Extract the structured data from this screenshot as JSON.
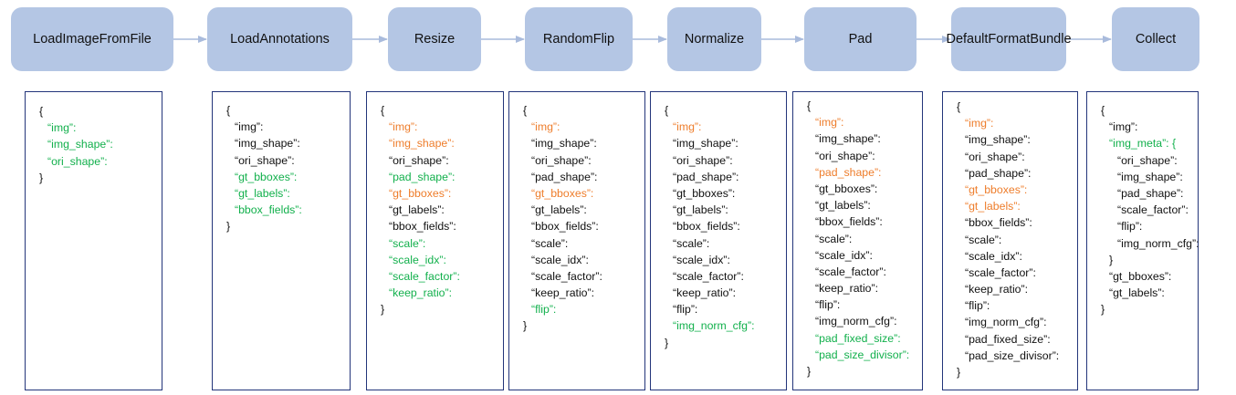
{
  "colors": {
    "stage_fill": "#b4c6e4",
    "box_border": "#23357a",
    "arrow": "#a9bbdc",
    "added_key": "#12b04c",
    "modified_key": "#ee7d2b",
    "default_key": "#111111"
  },
  "stages": [
    {
      "label": "LoadImageFromFile",
      "dict_lines": [
        {
          "text": "{",
          "indent": 0,
          "color": "default"
        },
        {
          "text": "“img”:",
          "indent": 1,
          "color": "added"
        },
        {
          "text": "“img_shape”:",
          "indent": 1,
          "color": "added"
        },
        {
          "text": "“ori_shape”:",
          "indent": 1,
          "color": "added"
        },
        {
          "text": "}",
          "indent": 0,
          "color": "default"
        }
      ]
    },
    {
      "label": "LoadAnnotations",
      "dict_lines": [
        {
          "text": "{",
          "indent": 0,
          "color": "default"
        },
        {
          "text": "“img”:",
          "indent": 1,
          "color": "default"
        },
        {
          "text": "“img_shape”:",
          "indent": 1,
          "color": "default"
        },
        {
          "text": "“ori_shape”:",
          "indent": 1,
          "color": "default"
        },
        {
          "text": "“gt_bboxes”:",
          "indent": 1,
          "color": "added"
        },
        {
          "text": "“gt_labels”:",
          "indent": 1,
          "color": "added"
        },
        {
          "text": "“bbox_fields”:",
          "indent": 1,
          "color": "added"
        },
        {
          "text": "}",
          "indent": 0,
          "color": "default"
        }
      ]
    },
    {
      "label": "Resize",
      "dict_lines": [
        {
          "text": "{",
          "indent": 0,
          "color": "default"
        },
        {
          "text": "“img”:",
          "indent": 1,
          "color": "modified"
        },
        {
          "text": "“img_shape”:",
          "indent": 1,
          "color": "modified"
        },
        {
          "text": "“ori_shape”:",
          "indent": 1,
          "color": "default"
        },
        {
          "text": "“pad_shape”:",
          "indent": 1,
          "color": "added"
        },
        {
          "text": "“gt_bboxes”:",
          "indent": 1,
          "color": "modified"
        },
        {
          "text": "“gt_labels”:",
          "indent": 1,
          "color": "default"
        },
        {
          "text": "“bbox_fields”:",
          "indent": 1,
          "color": "default"
        },
        {
          "text": "“scale”:",
          "indent": 1,
          "color": "added"
        },
        {
          "text": "“scale_idx”:",
          "indent": 1,
          "color": "added"
        },
        {
          "text": "“scale_factor”:",
          "indent": 1,
          "color": "added"
        },
        {
          "text": "“keep_ratio”:",
          "indent": 1,
          "color": "added"
        },
        {
          "text": "}",
          "indent": 0,
          "color": "default"
        }
      ]
    },
    {
      "label": "RandomFlip",
      "dict_lines": [
        {
          "text": "{",
          "indent": 0,
          "color": "default"
        },
        {
          "text": "“img”:",
          "indent": 1,
          "color": "modified"
        },
        {
          "text": "“img_shape”:",
          "indent": 1,
          "color": "default"
        },
        {
          "text": "“ori_shape”:",
          "indent": 1,
          "color": "default"
        },
        {
          "text": "“pad_shape”:",
          "indent": 1,
          "color": "default"
        },
        {
          "text": "“gt_bboxes”:",
          "indent": 1,
          "color": "modified"
        },
        {
          "text": "“gt_labels”:",
          "indent": 1,
          "color": "default"
        },
        {
          "text": "“bbox_fields”:",
          "indent": 1,
          "color": "default"
        },
        {
          "text": "“scale”:",
          "indent": 1,
          "color": "default"
        },
        {
          "text": "“scale_idx”:",
          "indent": 1,
          "color": "default"
        },
        {
          "text": "“scale_factor”:",
          "indent": 1,
          "color": "default"
        },
        {
          "text": "“keep_ratio”:",
          "indent": 1,
          "color": "default"
        },
        {
          "text": "“flip”:",
          "indent": 1,
          "color": "added"
        },
        {
          "text": "}",
          "indent": 0,
          "color": "default"
        }
      ]
    },
    {
      "label": "Normalize",
      "dict_lines": [
        {
          "text": "{",
          "indent": 0,
          "color": "default"
        },
        {
          "text": "“img”:",
          "indent": 1,
          "color": "modified"
        },
        {
          "text": "“img_shape”:",
          "indent": 1,
          "color": "default"
        },
        {
          "text": "“ori_shape”:",
          "indent": 1,
          "color": "default"
        },
        {
          "text": "“pad_shape”:",
          "indent": 1,
          "color": "default"
        },
        {
          "text": "“gt_bboxes”:",
          "indent": 1,
          "color": "default"
        },
        {
          "text": "“gt_labels”:",
          "indent": 1,
          "color": "default"
        },
        {
          "text": "“bbox_fields”:",
          "indent": 1,
          "color": "default"
        },
        {
          "text": "“scale”:",
          "indent": 1,
          "color": "default"
        },
        {
          "text": "“scale_idx”:",
          "indent": 1,
          "color": "default"
        },
        {
          "text": "“scale_factor”:",
          "indent": 1,
          "color": "default"
        },
        {
          "text": "“keep_ratio”:",
          "indent": 1,
          "color": "default"
        },
        {
          "text": "“flip”:",
          "indent": 1,
          "color": "default"
        },
        {
          "text": "“img_norm_cfg”:",
          "indent": 1,
          "color": "added"
        },
        {
          "text": "}",
          "indent": 0,
          "color": "default"
        }
      ]
    },
    {
      "label": "Pad",
      "dict_lines": [
        {
          "text": "{",
          "indent": 0,
          "color": "default"
        },
        {
          "text": "“img”:",
          "indent": 1,
          "color": "modified"
        },
        {
          "text": "“img_shape”:",
          "indent": 1,
          "color": "default"
        },
        {
          "text": "“ori_shape”:",
          "indent": 1,
          "color": "default"
        },
        {
          "text": "“pad_shape”:",
          "indent": 1,
          "color": "modified"
        },
        {
          "text": "“gt_bboxes”:",
          "indent": 1,
          "color": "default"
        },
        {
          "text": "“gt_labels”:",
          "indent": 1,
          "color": "default"
        },
        {
          "text": "“bbox_fields”:",
          "indent": 1,
          "color": "default"
        },
        {
          "text": "“scale”:",
          "indent": 1,
          "color": "default"
        },
        {
          "text": "“scale_idx”:",
          "indent": 1,
          "color": "default"
        },
        {
          "text": "“scale_factor”:",
          "indent": 1,
          "color": "default"
        },
        {
          "text": "“keep_ratio”:",
          "indent": 1,
          "color": "default"
        },
        {
          "text": "“flip”:",
          "indent": 1,
          "color": "default"
        },
        {
          "text": "“img_norm_cfg”:",
          "indent": 1,
          "color": "default"
        },
        {
          "text": "“pad_fixed_size”:",
          "indent": 1,
          "color": "added"
        },
        {
          "text": "“pad_size_divisor”:",
          "indent": 1,
          "color": "added"
        },
        {
          "text": "}",
          "indent": 0,
          "color": "default"
        }
      ]
    },
    {
      "label": "DefaultFormat\nBundle",
      "dict_lines": [
        {
          "text": "{",
          "indent": 0,
          "color": "default"
        },
        {
          "text": "“img”:",
          "indent": 1,
          "color": "modified"
        },
        {
          "text": "“img_shape”:",
          "indent": 1,
          "color": "default"
        },
        {
          "text": "“ori_shape”:",
          "indent": 1,
          "color": "default"
        },
        {
          "text": "“pad_shape”:",
          "indent": 1,
          "color": "default"
        },
        {
          "text": "“gt_bboxes”:",
          "indent": 1,
          "color": "modified"
        },
        {
          "text": "“gt_labels”:",
          "indent": 1,
          "color": "modified"
        },
        {
          "text": "“bbox_fields”:",
          "indent": 1,
          "color": "default"
        },
        {
          "text": "“scale”:",
          "indent": 1,
          "color": "default"
        },
        {
          "text": "“scale_idx”:",
          "indent": 1,
          "color": "default"
        },
        {
          "text": "“scale_factor”:",
          "indent": 1,
          "color": "default"
        },
        {
          "text": "“keep_ratio”:",
          "indent": 1,
          "color": "default"
        },
        {
          "text": "“flip”:",
          "indent": 1,
          "color": "default"
        },
        {
          "text": "“img_norm_cfg”:",
          "indent": 1,
          "color": "default"
        },
        {
          "text": "“pad_fixed_size”:",
          "indent": 1,
          "color": "default"
        },
        {
          "text": "“pad_size_divisor”:",
          "indent": 1,
          "color": "default"
        },
        {
          "text": "}",
          "indent": 0,
          "color": "default"
        }
      ]
    },
    {
      "label": "Collect",
      "dict_lines": [
        {
          "text": "{",
          "indent": 0,
          "color": "default"
        },
        {
          "text": "“img”:",
          "indent": 1,
          "color": "default"
        },
        {
          "text": "“img_meta”: {",
          "indent": 1,
          "color": "added"
        },
        {
          "text": "“ori_shape”:",
          "indent": 2,
          "color": "default"
        },
        {
          "text": "“img_shape”:",
          "indent": 2,
          "color": "default"
        },
        {
          "text": "“pad_shape”:",
          "indent": 2,
          "color": "default"
        },
        {
          "text": "“scale_factor”:",
          "indent": 2,
          "color": "default"
        },
        {
          "text": "“flip”:",
          "indent": 2,
          "color": "default"
        },
        {
          "text": "“img_norm_cfg”:",
          "indent": 2,
          "color": "default"
        },
        {
          "text": "}",
          "indent": 1,
          "color": "default"
        },
        {
          "text": "“gt_bboxes”:",
          "indent": 1,
          "color": "default"
        },
        {
          "text": "“gt_labels”:",
          "indent": 1,
          "color": "default"
        },
        {
          "text": "}",
          "indent": 0,
          "color": "default"
        }
      ]
    }
  ]
}
